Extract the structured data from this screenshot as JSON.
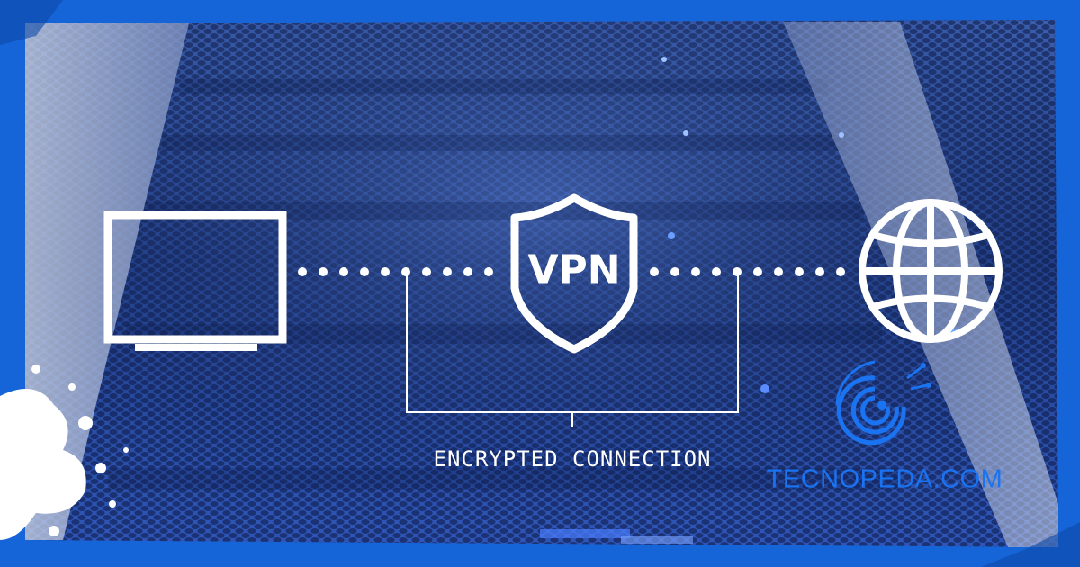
{
  "diagram": {
    "shield_label": "VPN",
    "caption": "ENCRYPTED CONNECTION"
  },
  "brand": {
    "watermark": "TECNOPEDA.COM"
  },
  "icons": [
    "monitor-icon",
    "vpn-shield-icon",
    "globe-icon",
    "tecnopeda-logo-icon"
  ],
  "colors": {
    "border": "#1565d8",
    "background_dark": "#0b1a4a",
    "background_mid": "#2c4fa0",
    "foreground": "#ffffff",
    "brand": "#1a73f0"
  }
}
